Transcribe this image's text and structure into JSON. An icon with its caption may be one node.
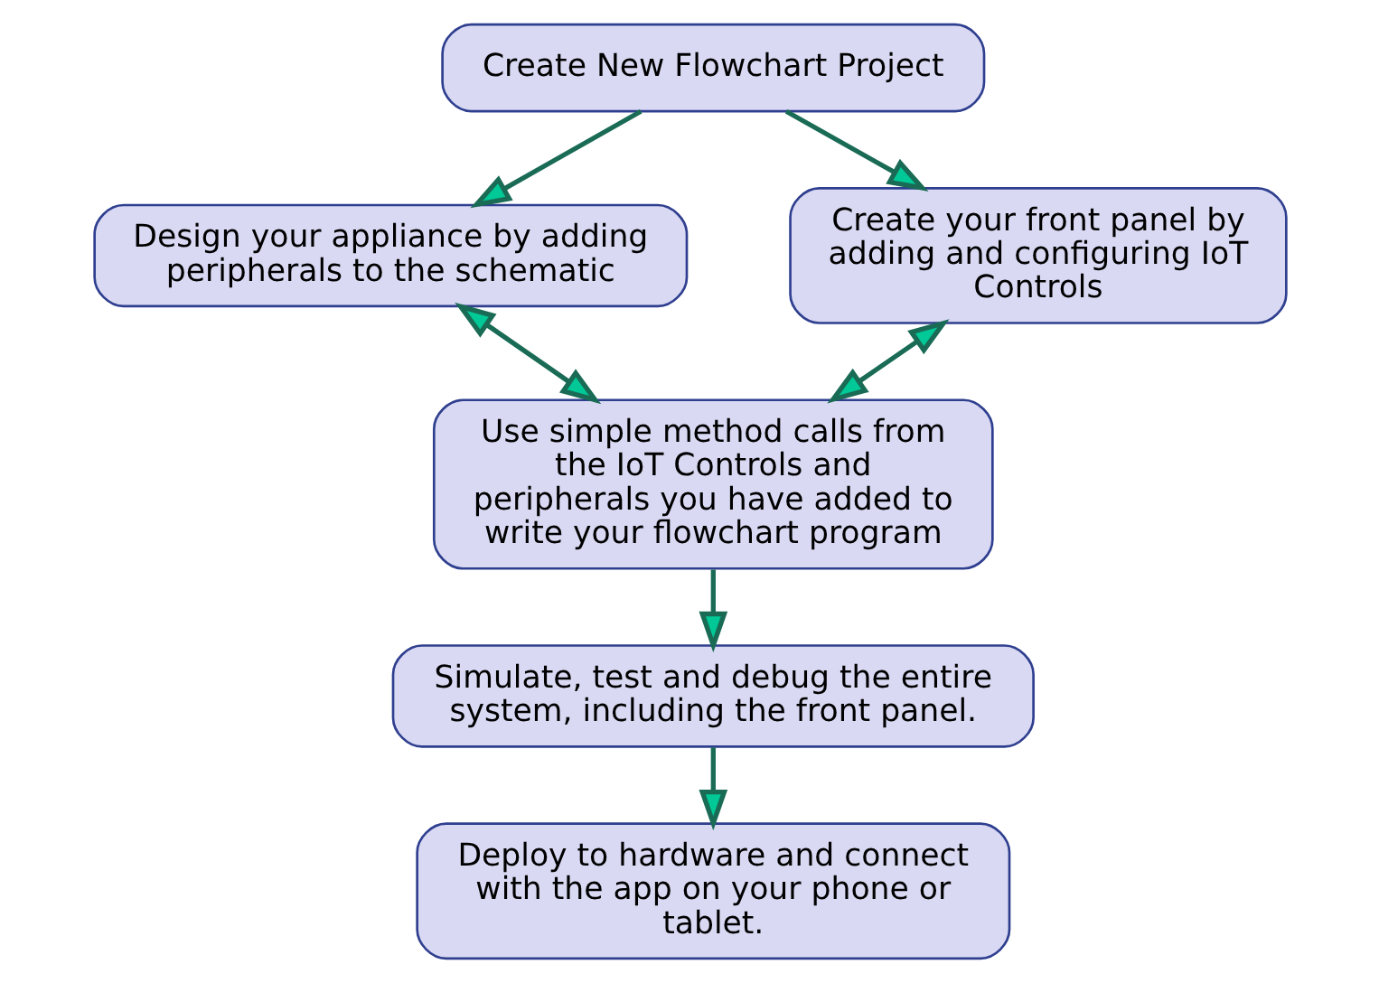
{
  "diagram": {
    "nodes": [
      {
        "text": [
          "Create New Flowchart Project"
        ]
      },
      {
        "text": [
          "Design your appliance by adding peripherals to the schematic"
        ]
      },
      {
        "text": [
          "Create your front panel by adding and configuring IoT Controls"
        ]
      },
      {
        "text": [
          "Use simple method calls from the IoT Controls and peripherals you have added to write your flowchart program"
        ]
      },
      {
        "text": [
          "Simulate, test and debug the entire system, including the front panel."
        ]
      },
      {
        "text": [
          "Deploy to hardware and connect with the app on your phone or tablet."
        ]
      }
    ],
    "edges": [
      {
        "from": 0,
        "to": 1,
        "arrow": "to"
      },
      {
        "from": 0,
        "to": 2,
        "arrow": "to"
      },
      {
        "from": 1,
        "to": 3,
        "arrow": "both"
      },
      {
        "from": 2,
        "to": 3,
        "arrow": "both"
      },
      {
        "from": 3,
        "to": 4,
        "arrow": "to"
      },
      {
        "from": 4,
        "to": 5,
        "arrow": "to"
      }
    ]
  }
}
